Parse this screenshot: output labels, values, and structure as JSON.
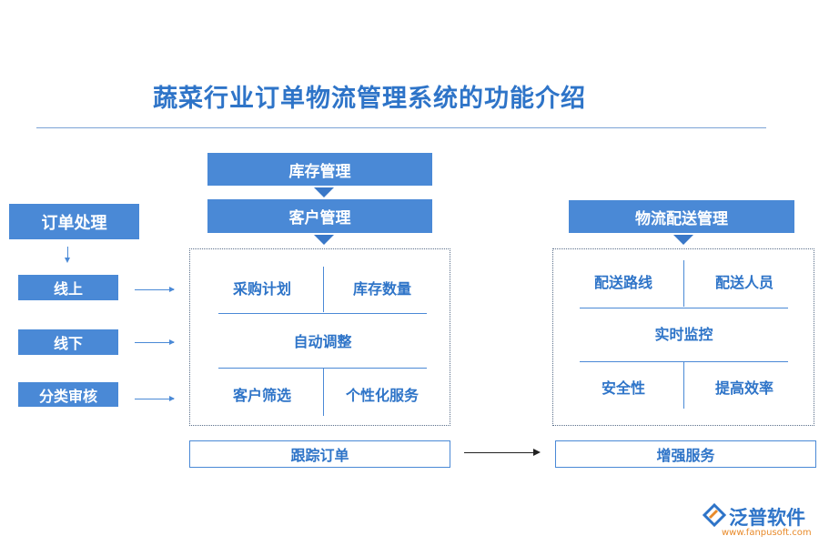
{
  "title": "蔬菜行业订单物流管理系统的功能介绍",
  "top_boxes": {
    "inventory_mgmt": "库存管理",
    "customer_mgmt": "客户管理"
  },
  "left": {
    "order_processing": "订单处理",
    "items": [
      "线上",
      "线下",
      "分类审核"
    ]
  },
  "center_panel": {
    "cells": [
      "采购计划",
      "库存数量",
      "自动调整",
      "客户筛选",
      "个性化服务"
    ]
  },
  "logistics_box": "物流配送管理",
  "right_panel": {
    "cells": [
      "配送路线",
      "配送人员",
      "实时监控",
      "安全性",
      "提高效率"
    ]
  },
  "bottom": {
    "track_orders": "跟踪订单",
    "enhance_service": "增强服务"
  },
  "logo": {
    "name": "泛普软件",
    "url": "www.fanpusoft.com"
  },
  "colors": {
    "accent": "#4a89d6",
    "title": "#2e74c8",
    "logo_orange": "#e88a2a"
  }
}
